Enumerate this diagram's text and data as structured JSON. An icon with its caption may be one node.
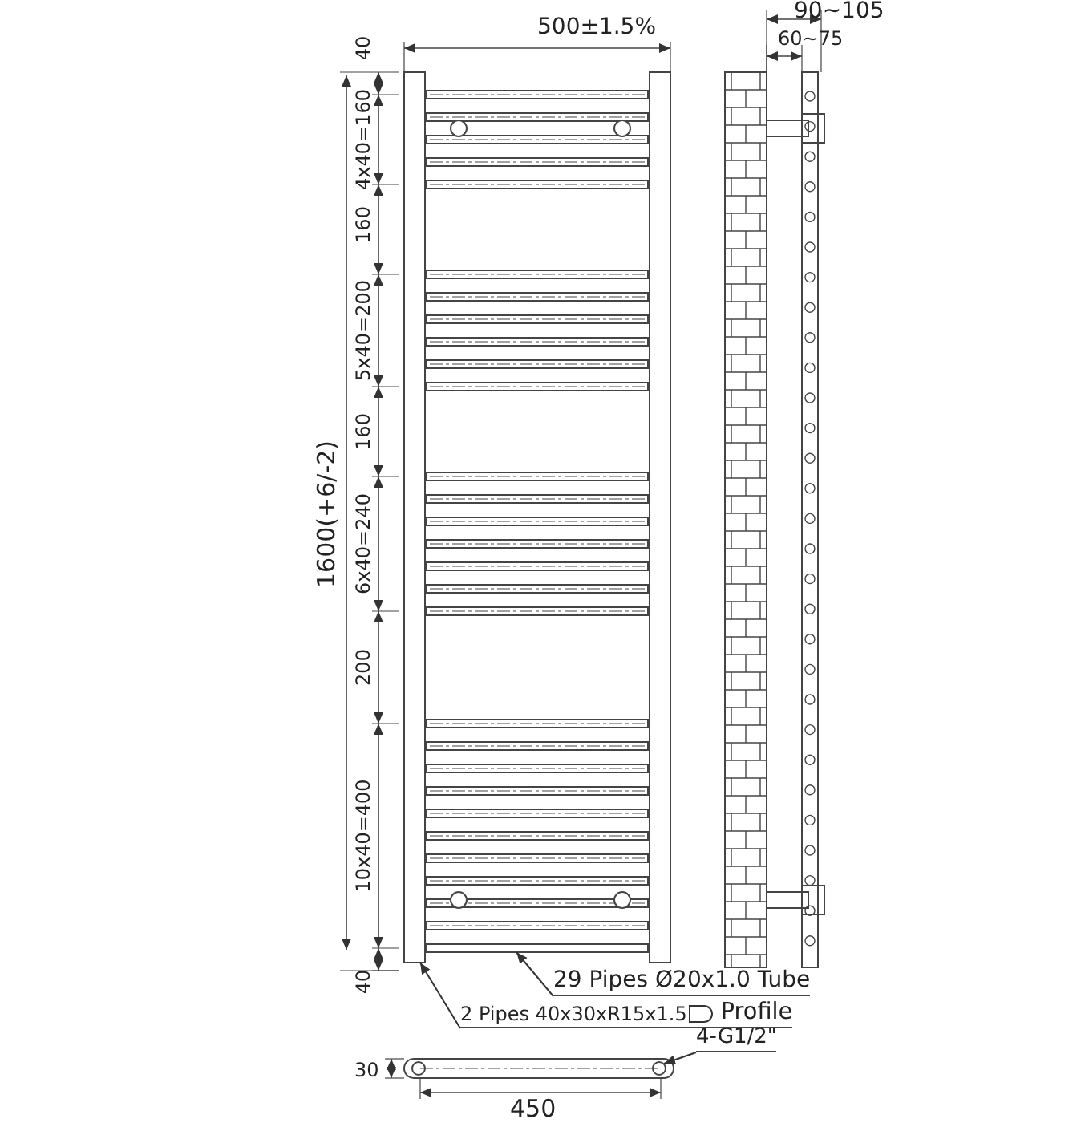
{
  "diagram": {
    "nodes": [
      {
        "text": [
          "29 Pipes Ø20x1.0 Tube"
        ]
      },
      {
        "text": [
          "2 Pipes 40x30xR15x1.5",
          "Profile"
        ]
      },
      {
        "text": [
          "4-G1/2\""
        ]
      },
      {
        "text": [],
        "shape": "bar"
      },
      {
        "text": [],
        "shape": "bar"
      },
      {
        "text": [],
        "shape": "circle"
      }
    ],
    "edges": [
      {
        "from": 0,
        "to": 4,
        "arrow": "to"
      },
      {
        "from": 1,
        "to": 3,
        "arrow": "to"
      },
      {
        "from": 2,
        "to": 5,
        "arrow": "to"
      }
    ],
    "labels": [
      "40",
      "500±1.5%",
      "60~75",
      "90~105",
      "4x40=160",
      "160",
      "5x40=200",
      "160",
      "6x40=240",
      "200",
      "10x40=400",
      "1600(+6/-2)",
      "40",
      "30",
      "450"
    ]
  }
}
